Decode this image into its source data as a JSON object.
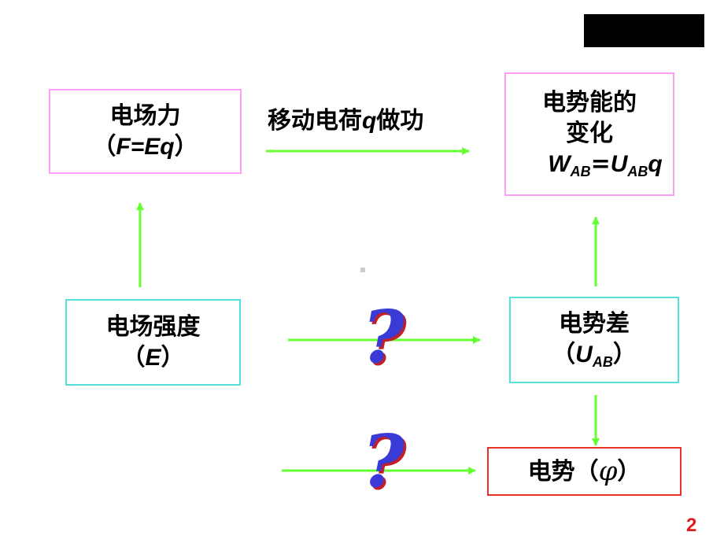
{
  "boxes": {
    "force": {
      "line1": "电场力",
      "formula": {
        "open": "（",
        "expr": "F=Eq",
        "close": "）"
      }
    },
    "pe_change": {
      "line1": "电势能的",
      "line2": "变化",
      "formula": {
        "w": "W",
        "w_sub": "AB",
        "eq": "=",
        "u": "U",
        "u_sub": "AB",
        "q": "q"
      }
    },
    "field": {
      "line1": "电场强度",
      "formula": {
        "open": "（",
        "expr": "E",
        "close": "）"
      }
    },
    "pd": {
      "line1": "电势差",
      "formula": {
        "open": "（",
        "u": "U",
        "u_sub": "AB",
        "close": "）"
      }
    },
    "potential": {
      "text": "电势（",
      "symbol": "φ",
      "close": " ）"
    }
  },
  "arrow_label": {
    "text_a": "移动电荷",
    "q": "q",
    "text_b": "做功"
  },
  "question_marks": [
    "?",
    "?"
  ],
  "page_number": "2",
  "colors": {
    "arrow": "#66ff33",
    "pink_border": "#ff9ef2",
    "cyan_border": "#55e0dd",
    "red_border": "#e8312a",
    "question": "#3a3ad6",
    "page_number": "#e21b1b"
  }
}
